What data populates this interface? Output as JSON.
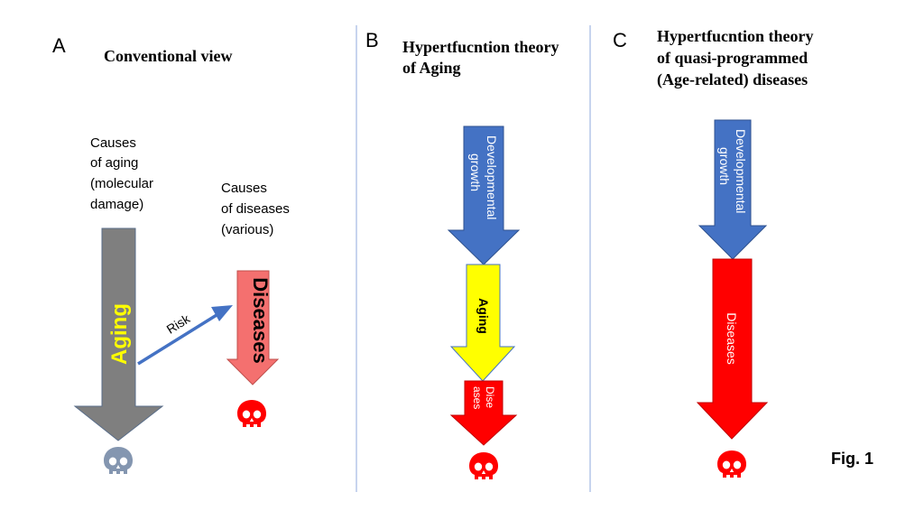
{
  "panel_a": {
    "letter": "A",
    "title": "Conventional view",
    "aging_causes": [
      "Causes",
      "of aging",
      "(molecular",
      "damage)"
    ],
    "disease_causes": [
      "Causes",
      "of diseases",
      "(various)"
    ],
    "aging_label": "Aging",
    "diseases_label": "Diseases",
    "risk_label": "Risk"
  },
  "panel_b": {
    "letter": "B",
    "title": [
      "Hypertfucntion theory",
      "of Aging"
    ],
    "growth_label": [
      "Developmental",
      "growth"
    ],
    "aging_label": "Aging",
    "diseases_label": [
      "Dise",
      "ases"
    ]
  },
  "panel_c": {
    "letter": "C",
    "title": [
      "Hypertfucntion theory",
      "of quasi-programmed",
      "(Age-related) diseases"
    ],
    "growth_label": [
      "Developmental",
      "growth"
    ],
    "diseases_label": "Diseases"
  },
  "figure_label": "Fig. 1",
  "colors": {
    "gray_arrow": "#7f7f7f",
    "pink_arrow": "#f4706f",
    "blue_arrow": "#4472c4",
    "yellow_arrow": "#ffff00",
    "red_arrow": "#ff0000",
    "aging_text": "#ffff00",
    "skull_gray": "#8496b0",
    "skull_red": "#ff0000",
    "divider": "#8faadc"
  }
}
